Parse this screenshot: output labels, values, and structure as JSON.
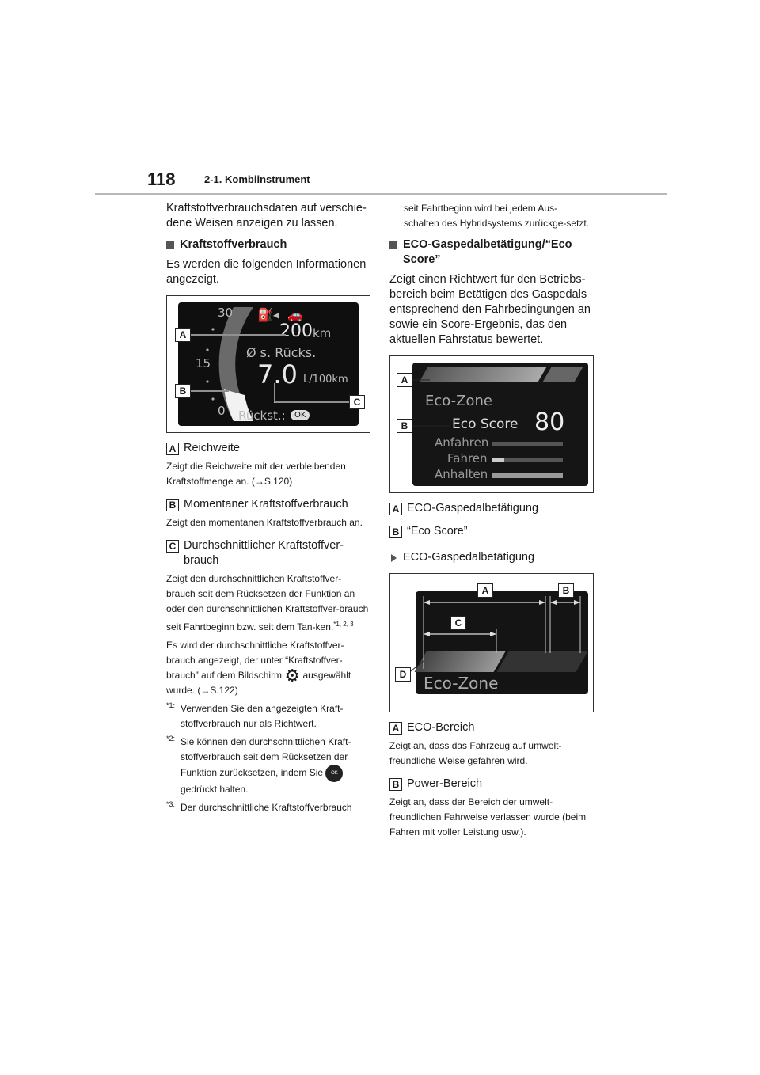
{
  "header": {
    "page_number": "118",
    "section": "2-1. Kombiinstrument"
  },
  "col1": {
    "intro": "Kraftstoffverbrauchsdaten auf verschie-dene Weisen anzeigen zu lassen.",
    "heading_fuel": "Kraftstoffverbrauch",
    "fuel_text": "Es werden die folgenden Informationen angezeigt.",
    "fig1": {
      "tick_30": "30",
      "tick_15": "15",
      "tick_0": "0",
      "range_value": "200",
      "range_unit": "km",
      "avg_label": "Ø s. Rücks.",
      "avg_value": "7.0",
      "avg_unit": "L/100km",
      "reset_label": "Rückst.:",
      "ok_label": "OK",
      "callout_a": "A",
      "callout_b": "B",
      "callout_c": "C"
    },
    "item_a_label": "A",
    "item_a_title": "Reichweite",
    "item_a_desc": "Zeigt die Reichweite mit der verbleibenden Kraftstoffmenge an. (→S.120)",
    "item_b_label": "B",
    "item_b_title": "Momentaner Kraftstoffverbrauch",
    "item_b_desc": "Zeigt den momentanen Kraftstoffverbrauch an.",
    "item_c_label": "C",
    "item_c_title": "Durchschnittlicher Kraftstoffver-brauch",
    "item_c_desc": "Zeigt den durchschnittlichen Kraftstoffver-brauch seit dem Rücksetzen der Funktion an oder den durchschnittlichen Kraftstoffver-brauch seit Fahrtbeginn bzw. seit dem Tan-ken.",
    "item_c_sup": "*1, 2, 3",
    "item_c_desc2_a": "Es wird der durchschnittliche Kraftstoffver-brauch angezeigt, der unter “Kraftstoffver-brauch” auf dem Bildschirm",
    "item_c_desc2_b": "ausgewählt wurde. (→S.122)",
    "note1_mark": "*1:",
    "note1": "Verwenden Sie den angezeigten Kraft-stoffverbrauch nur als Richtwert.",
    "note2_mark": "*2:",
    "note2_a": "Sie können den durchschnittlichen Kraft-stoffverbrauch seit dem Rücksetzen der Funktion zurücksetzen, indem Sie",
    "note2_ok": "OK",
    "note2_b": "gedrückt halten.",
    "note3_mark": "*3:",
    "note3": "Der durchschnittliche Kraftstoffverbrauch"
  },
  "col2": {
    "note3_cont": "seit Fahrtbeginn wird bei jedem Aus-schalten des Hybridsystems zurückge-setzt.",
    "heading_eco": "ECO-Gaspedalbetätigung/“Eco Score”",
    "eco_text": "Zeigt einen Richtwert für den Betriebs-bereich beim Betätigen des Gaspedals entsprechend den Fahrbedingungen an sowie ein Score-Ergebnis, das den aktuellen Fahrstatus bewertet.",
    "fig2": {
      "eco_zone": "Eco-Zone",
      "eco_score_label": "Eco Score",
      "eco_score_value": "80",
      "anfahren": "Anfahren",
      "fahren": "Fahren",
      "anhalten": "Anhalten",
      "callout_a": "A",
      "callout_b": "B"
    },
    "item_a_label": "A",
    "item_a_title": "ECO-Gaspedalbetätigung",
    "item_b_label": "B",
    "item_b_title": "“Eco Score”",
    "sub_heading": "ECO-Gaspedalbetätigung",
    "fig3": {
      "eco_zone": "Eco-Zone",
      "callout_a": "A",
      "callout_b": "B",
      "callout_c": "C",
      "callout_d": "D"
    },
    "item3_a_label": "A",
    "item3_a_title": "ECO-Bereich",
    "item3_a_desc": "Zeigt an, dass das Fahrzeug auf umwelt-freundliche Weise gefahren wird.",
    "item3_b_label": "B",
    "item3_b_title": "Power-Bereich",
    "item3_b_desc": "Zeigt an, dass der Bereich der umwelt-freundlichen Fahrweise verlassen wurde (beim Fahren mit voller Leistung usw.)."
  }
}
